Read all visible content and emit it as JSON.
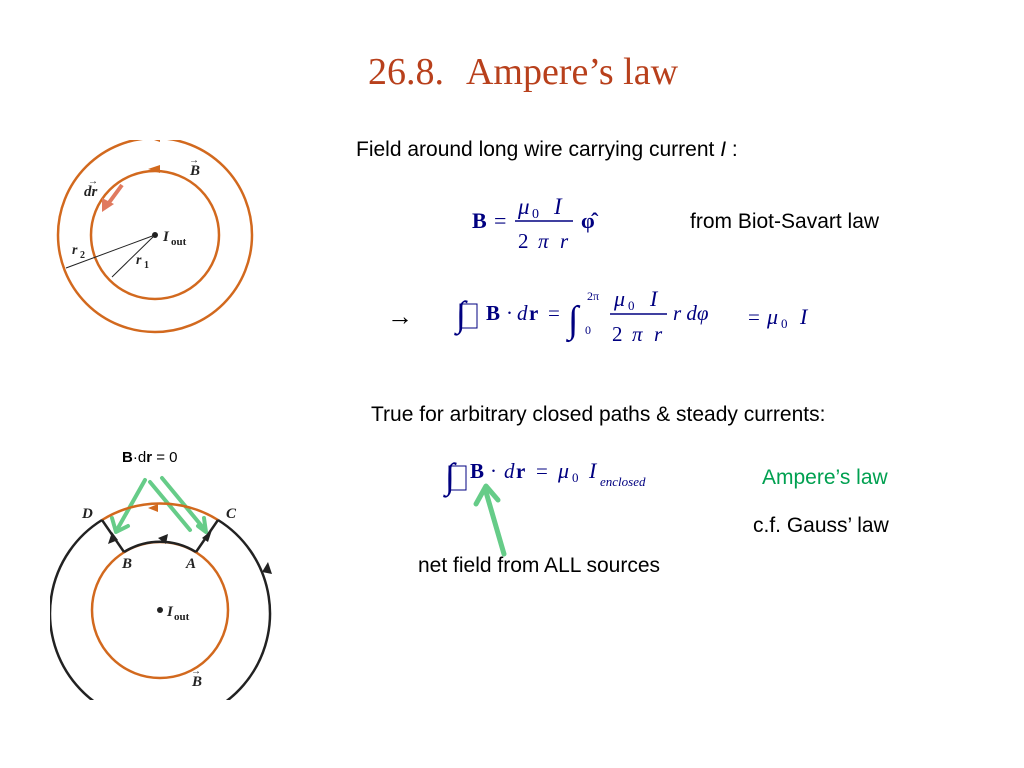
{
  "slide": {
    "title_number": "26.8.",
    "title_text": "Ampere’s law",
    "field_around_wire": "Field around long wire carrying current",
    "current_symbol": "I",
    "colon": ":",
    "biot_savart": "from Biot-Savart law",
    "arrow": "→",
    "true_for": "True for arbitrary closed paths & steady currents:",
    "amperes_law_label": "Ampere’s law",
    "gauss_compare": "c.f. Gauss’ law",
    "net_field": "net field from ALL sources",
    "bdr_zero": {
      "B": "B",
      "dot": "·",
      "d": "d",
      "r": "r",
      "eq": " = 0"
    }
  },
  "equations": {
    "eq1": {
      "lhs": "B",
      "equals": "=",
      "mu": "μ",
      "sub0": "0",
      "I": "I",
      "two": "2",
      "pi": "π",
      "r": "r",
      "phihat": "φ̂"
    },
    "eq2": {
      "B": "B",
      "dot": "·",
      "d": "d",
      "r": "r",
      "equals": "=",
      "upper": "2π",
      "lower": "0",
      "mu": "μ",
      "sub0": "0",
      "I": "I",
      "two": "2",
      "pi": "π",
      "rr": "r",
      "dphi": "r dφ",
      "rhs_mu": "μ",
      "rhs_sub": "0",
      "rhs_I": "I"
    },
    "eq3": {
      "B": "B",
      "dot": "·",
      "d": "d",
      "r": "r",
      "equals": "=",
      "mu": "μ",
      "sub0": "0",
      "I": "I",
      "sub": "enclosed"
    }
  },
  "figure1": {
    "dr": "dr",
    "B": "B",
    "I": "I",
    "out": "out",
    "r1": "r",
    "r1sub": "1",
    "r2": "r",
    "r2sub": "2"
  },
  "figure2": {
    "D": "D",
    "C": "C",
    "B_pt": "B",
    "A": "A",
    "I": "I",
    "out": "out",
    "Bvec": "B"
  },
  "colors": {
    "title": "#b8401c",
    "math": "#000080",
    "green": "#00a050",
    "orange": "#d2691e"
  }
}
